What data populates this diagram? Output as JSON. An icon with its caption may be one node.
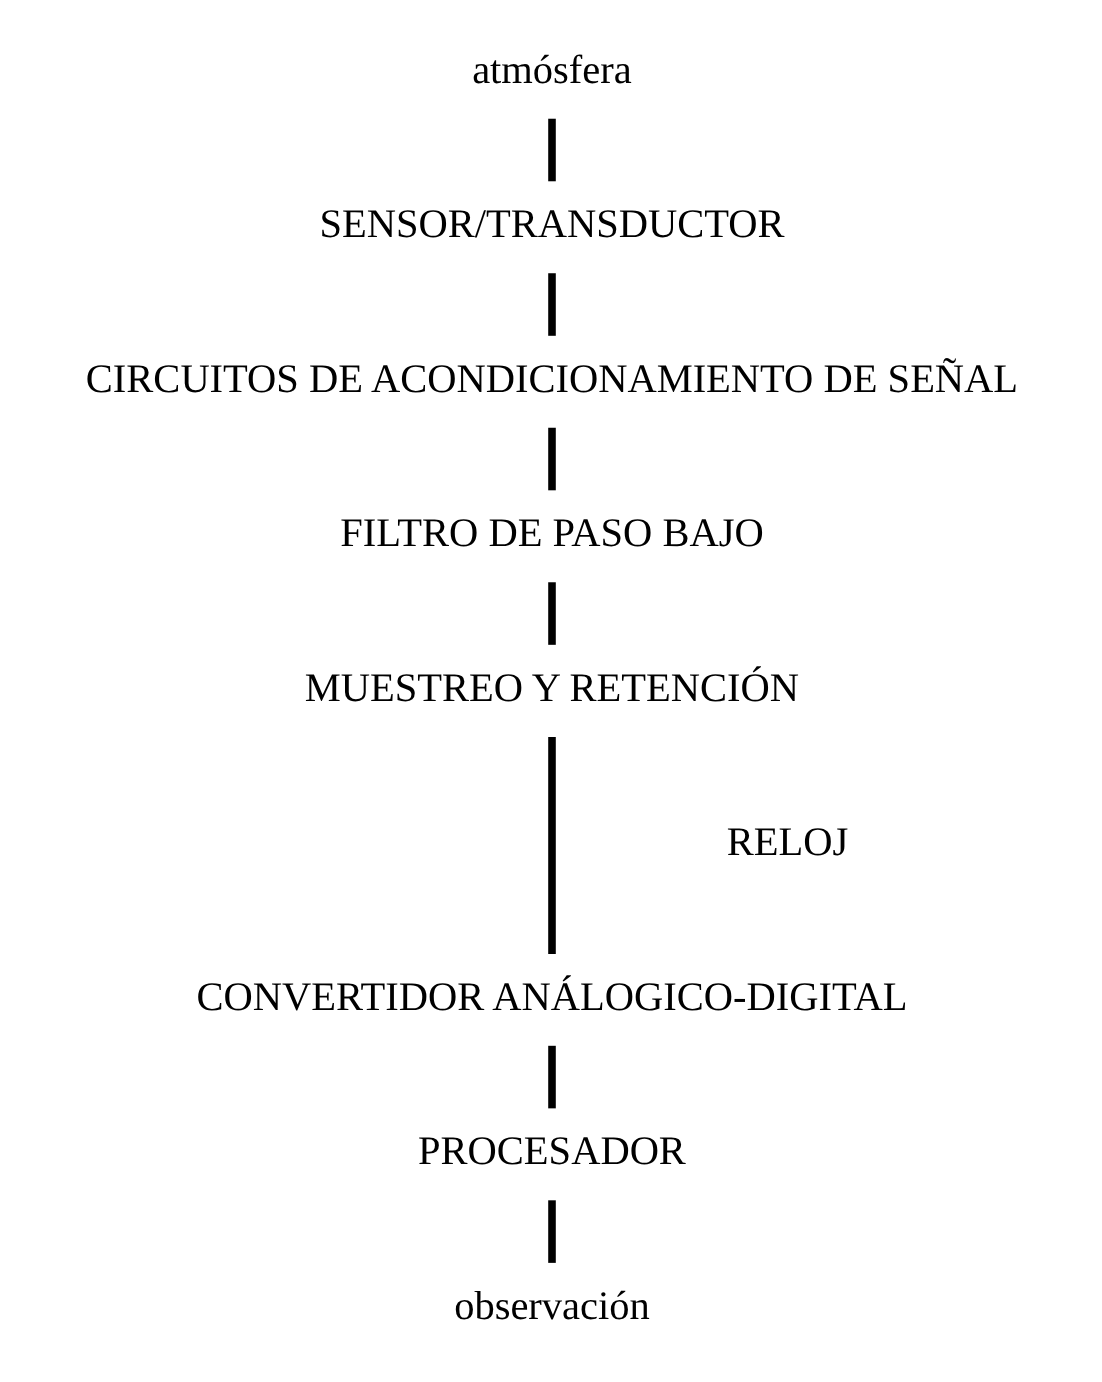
{
  "diagram": {
    "nodes": [
      {
        "text": [
          "atmósfera"
        ]
      },
      {
        "text": [
          "SENSOR/TRANSDUCTOR"
        ]
      },
      {
        "text": [
          "CIRCUITOS DE ACONDICIONAMIENTO DE SEÑAL"
        ]
      },
      {
        "text": [
          "FILTRO DE PASO BAJO"
        ]
      },
      {
        "text": [
          "MUESTREO Y RETENCIÓN"
        ]
      },
      {
        "text": [
          "CONVERTIDOR ANÁLOGICO-DIGITAL"
        ]
      },
      {
        "text": [
          "PROCESADOR"
        ]
      },
      {
        "text": [
          "observación"
        ]
      }
    ],
    "edges": [
      {
        "from": 0,
        "to": 1,
        "arrow": "none"
      },
      {
        "from": 1,
        "to": 2,
        "arrow": "none"
      },
      {
        "from": 2,
        "to": 3,
        "arrow": "none"
      },
      {
        "from": 3,
        "to": 4,
        "arrow": "none"
      },
      {
        "from": 4,
        "to": 5,
        "arrow": "none"
      },
      {
        "from": 5,
        "to": 6,
        "arrow": "none"
      },
      {
        "from": 6,
        "to": 7,
        "arrow": "none"
      }
    ],
    "labels": [
      "RELOJ"
    ]
  }
}
